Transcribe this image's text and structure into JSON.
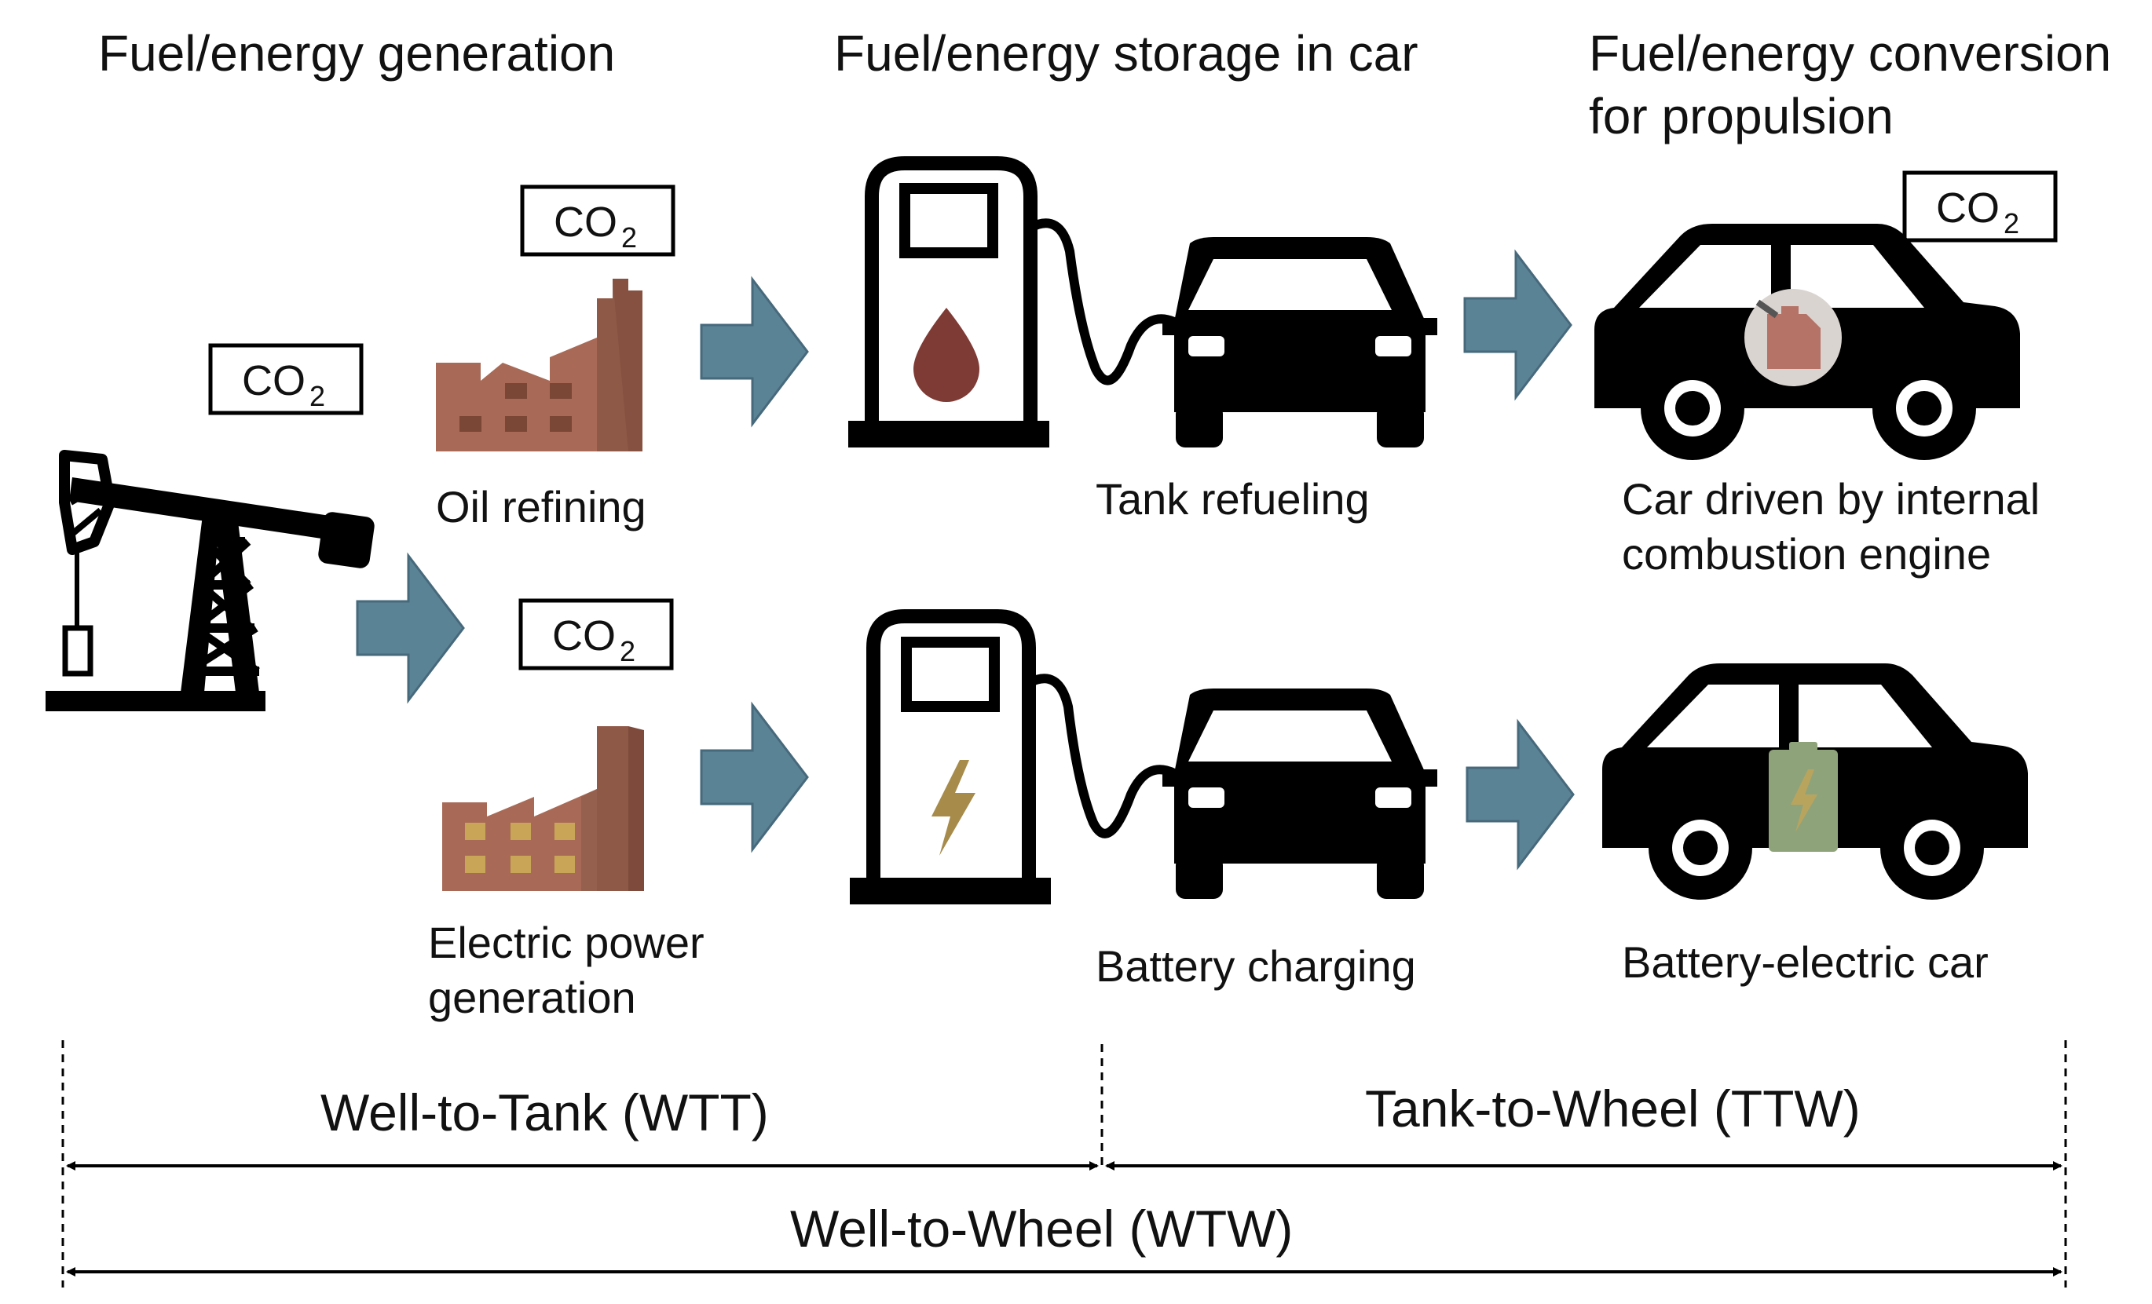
{
  "headers": {
    "generation": "Fuel/energy generation",
    "storage": "Fuel/energy storage in car",
    "conversion_line1": "Fuel/energy conversion",
    "conversion_line2": "for propulsion"
  },
  "co2": {
    "main": "CO",
    "subscript": "2"
  },
  "labels": {
    "oil_refining": "Oil refining",
    "electric_power_line1": "Electric power",
    "electric_power_line2": "generation",
    "tank_refueling": "Tank refueling",
    "battery_charging": "Battery charging",
    "ice_car_line1": "Car driven by internal",
    "ice_car_line2": "combustion engine",
    "bev_car": "Battery-electric car"
  },
  "spans": {
    "wtt": "Well-to-Tank (WTT)",
    "ttw": "Tank-to-Wheel (TTW)",
    "wtw": "Well-to-Wheel (WTW)"
  },
  "colors": {
    "arrow": "#5b8396",
    "arrow_stroke": "#46697b",
    "factory": "#a86a56",
    "factory_dark": "#8f5947",
    "window_dark": "#7a4636",
    "window_yellow": "#c9a657",
    "fuel_drop": "#7e3a34",
    "bolt": "#a68b4b",
    "jerrycan": "#b57266",
    "battery": "#8fa37a",
    "ink": "#000000"
  },
  "icons": [
    "pumpjack-icon",
    "refinery-icon",
    "power-plant-icon",
    "fuel-pump-icon",
    "charging-station-icon",
    "car-front-icon",
    "car-side-icon",
    "jerrycan-icon",
    "battery-icon",
    "arrow-right-icon",
    "co2-badge"
  ]
}
